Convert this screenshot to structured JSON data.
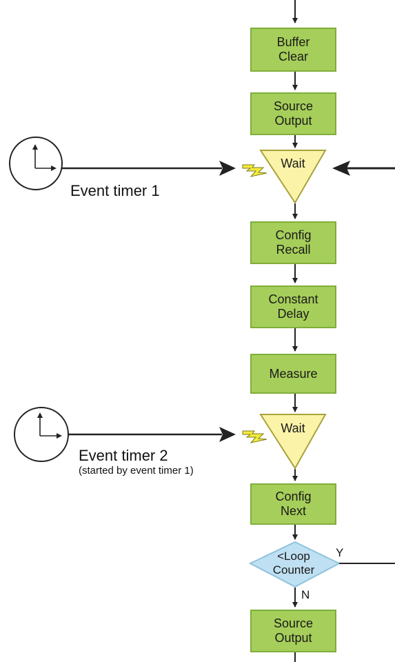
{
  "colors": {
    "process_fill": "#a6ce5a",
    "process_stroke": "#7fae3a",
    "wait_fill": "#fbf3a8",
    "wait_stroke": "#a8a23c",
    "decision_fill": "#bfe0f2",
    "decision_stroke": "#8ec2dd",
    "line": "#222222",
    "trigger_fill": "#f4ea3a",
    "trigger_stroke": "#7a7a20"
  },
  "steps": {
    "buffer_clear": [
      "Buffer",
      "Clear"
    ],
    "source_output_1": [
      "Source",
      "Output"
    ],
    "wait_1": "Wait",
    "config_recall": [
      "Config",
      "Recall"
    ],
    "constant_delay": [
      "Constant",
      "Delay"
    ],
    "measure": "Measure",
    "wait_2": "Wait",
    "config_next": [
      "Config",
      "Next"
    ],
    "loop_counter": [
      "<Loop",
      "Counter"
    ],
    "source_output_2": [
      "Source",
      "Output"
    ]
  },
  "branches": {
    "yes": "Y",
    "no": "N"
  },
  "timers": {
    "timer_1": {
      "label": "Event timer 1",
      "icon": "clock-icon"
    },
    "timer_2": {
      "label": "Event timer 2",
      "note": "(started by event timer 1)",
      "icon": "clock-icon"
    }
  }
}
